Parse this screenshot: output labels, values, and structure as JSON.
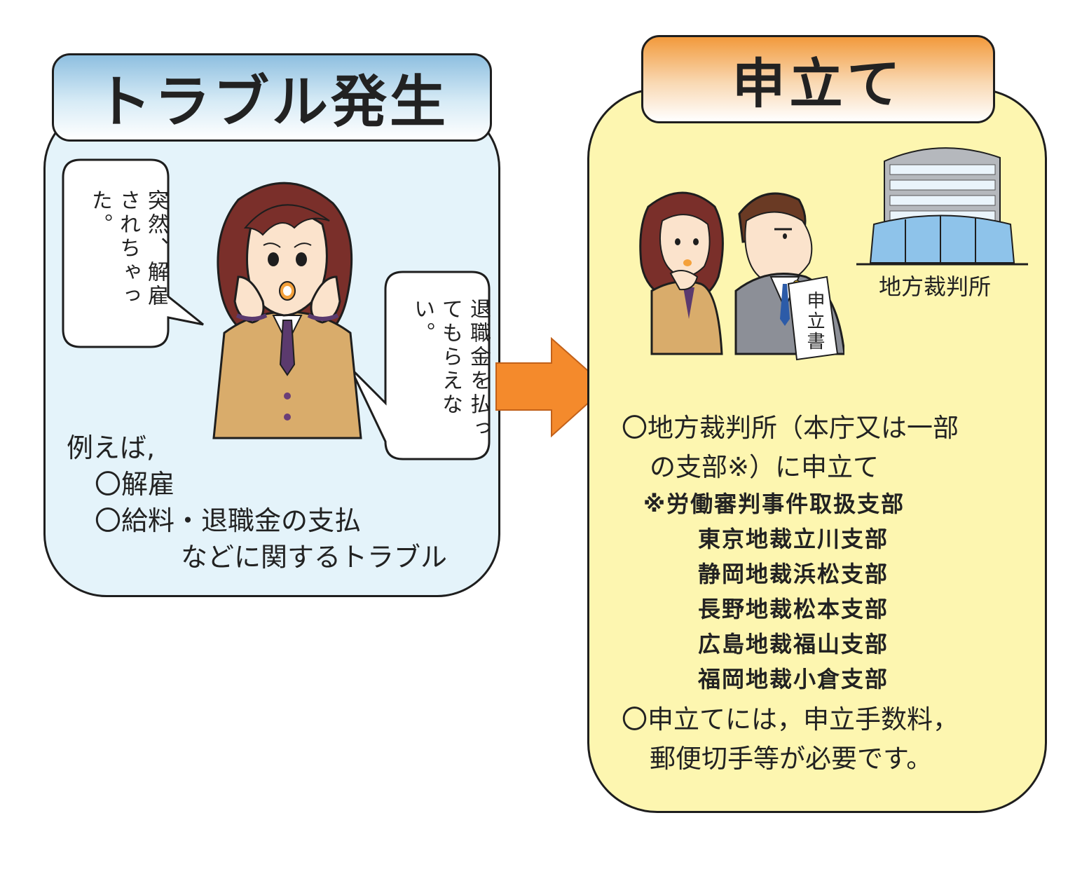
{
  "left": {
    "title": "トラブル発生",
    "bubble1": "突然、解雇されちゃった。",
    "bubble2": "退職金を払ってもらえない。",
    "examples": [
      "例えば,",
      "〇解雇",
      "〇給料・退職金の支払",
      "などに関するトラブル"
    ]
  },
  "right": {
    "title": "申立て",
    "document_label": "申立書",
    "court_label": "地方裁判所",
    "lines": [
      "〇地方裁判所（本庁又は一部",
      "の支部※）に申立て"
    ],
    "note_heading": "※労働審判事件取扱支部",
    "branches": [
      "東京地裁立川支部",
      "静岡地裁浜松支部",
      "長野地裁松本支部",
      "広島地裁福山支部",
      "福岡地裁小倉支部"
    ],
    "fee_lines": [
      "〇申立てには，申立手数料，",
      "郵便切手等が必要です。"
    ]
  },
  "colors": {
    "left_bg": "#e4f3fa",
    "right_bg": "#fdf6b0",
    "arrow": "#f48a2c",
    "left_header": "#8ebfe0",
    "right_header": "#f29a3c"
  }
}
